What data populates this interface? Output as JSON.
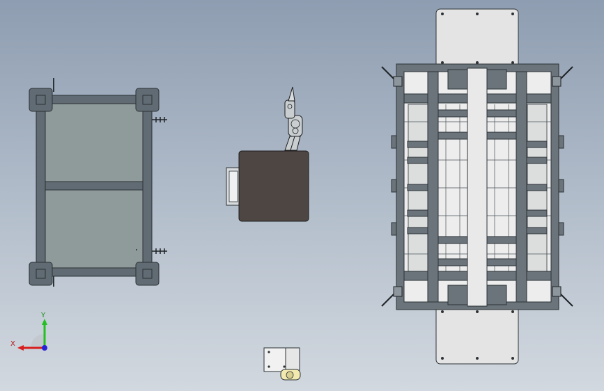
{
  "viewport": {
    "background_top": "#8e9db1",
    "background_bottom": "#d2d8df"
  },
  "triad": {
    "x_label": "X",
    "y_label": "Y",
    "x_color": "#d81e1e",
    "y_color": "#22c021",
    "z_color": "#2525d6"
  },
  "models": {
    "left_frame": "pallet-frame",
    "robot": "robot-arm",
    "base": "robot-base-block",
    "right_machine": "fixture-machine",
    "small_part": "small-component"
  },
  "colors": {
    "steel": "#606b73",
    "steel_dark": "#363f45",
    "panel": "#8f9a9a",
    "base_block": "#4e4643",
    "plate": "#e4e4e4",
    "inner": "#ededed"
  }
}
